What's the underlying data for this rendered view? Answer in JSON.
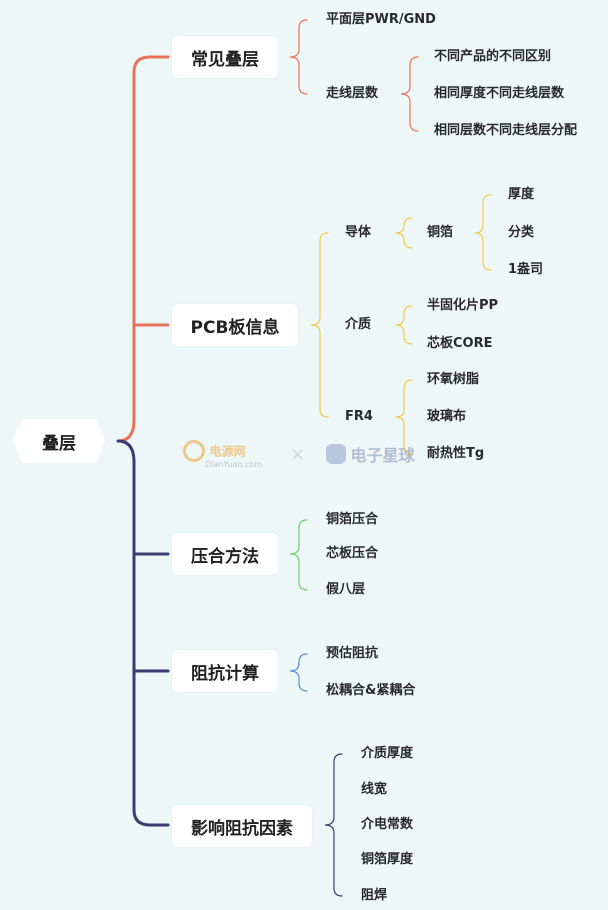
{
  "root": "叠层",
  "branches": [
    {
      "id": "b1",
      "label": "常见叠层",
      "color": "#e8735a",
      "children": [
        {
          "label": "平面层PWR/GND"
        },
        {
          "label": "走线层数",
          "children": [
            {
              "label": "不同产品的不同区别"
            },
            {
              "label": "相同厚度不同走线层数"
            },
            {
              "label": "相同层数不同走线层分配"
            }
          ]
        }
      ]
    },
    {
      "id": "b2",
      "label": "PCB板信息",
      "color": "#f2c94c",
      "children": [
        {
          "label": "导体",
          "children": [
            {
              "label": "铜箔",
              "children": [
                {
                  "label": "厚度"
                },
                {
                  "label": "分类"
                },
                {
                  "label": "1盎司"
                }
              ]
            }
          ]
        },
        {
          "label": "介质",
          "children": [
            {
              "label": "半固化片PP"
            },
            {
              "label": "芯板CORE"
            }
          ]
        },
        {
          "label": "FR4",
          "children": [
            {
              "label": "环氧树脂"
            },
            {
              "label": "玻璃布"
            },
            {
              "label": "耐热性Tg"
            }
          ]
        }
      ]
    },
    {
      "id": "b3",
      "label": "压合方法",
      "color": "#6fcf6f",
      "children": [
        {
          "label": "铜箔压合"
        },
        {
          "label": "芯板压合"
        },
        {
          "label": "假八层"
        }
      ]
    },
    {
      "id": "b4",
      "label": "阻抗计算",
      "color": "#5b8fd6",
      "children": [
        {
          "label": "预估阻抗"
        },
        {
          "label": "松耦合&紧耦合"
        }
      ]
    },
    {
      "id": "b5",
      "label": "影响阻抗因素",
      "color": "#3d3a72",
      "children": [
        {
          "label": "介质厚度"
        },
        {
          "label": "线宽"
        },
        {
          "label": "介电常数"
        },
        {
          "label": "铜箔厚度"
        },
        {
          "label": "阻焊"
        }
      ]
    }
  ],
  "watermark": {
    "left_brand": "电源网",
    "left_sub": "DianYuan.com",
    "separator": "×",
    "right_brand": "电子星球"
  }
}
